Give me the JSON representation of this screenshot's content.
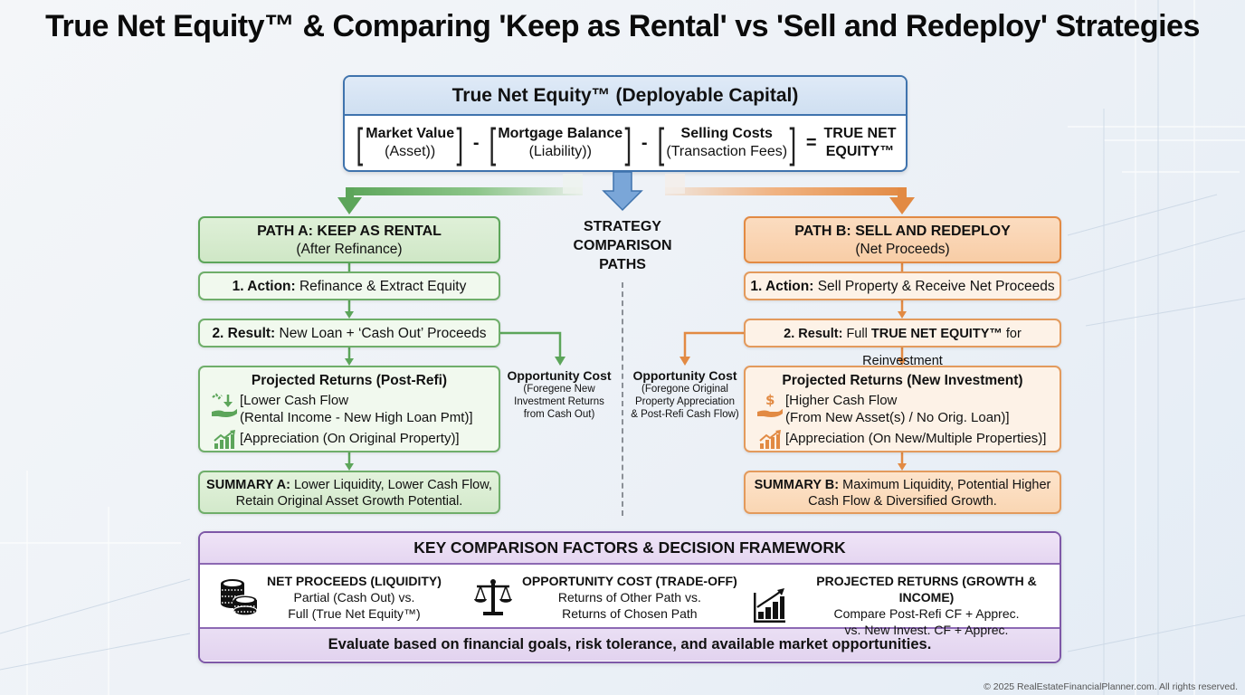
{
  "title": "True Net Equity™ & Comparing 'Keep as Rental' vs 'Sell and Redeploy' Strategies",
  "true_net_equity": {
    "header": "True Net Equity™ (Deployable Capital)",
    "terms": [
      {
        "label": "Market Value",
        "sub": "(Asset))"
      },
      {
        "label": "Mortgage Balance",
        "sub": "(Liability))"
      },
      {
        "label": "Selling Costs",
        "sub": "(Transaction Fees)"
      }
    ],
    "minus": "-",
    "equals": "=",
    "result_line1": "TRUE NET",
    "result_line2": "EQUITY™"
  },
  "strategy_label": [
    "STRATEGY",
    "COMPARISON",
    "PATHS"
  ],
  "path_a": {
    "title": "PATH A: KEEP AS RENTAL",
    "subtitle": "(After Refinance)",
    "action_label": "1. Action:",
    "action_text": "Refinance & Extract Equity",
    "result_label": "2. Result:",
    "result_text": "New Loan + ‘Cash Out’ Proceeds",
    "projected_title": "Projected Returns (Post-Refi)",
    "cash_flow_line1": "[Lower Cash Flow",
    "cash_flow_line2": "(Rental Income - New High Loan Pmt)]",
    "appreciation": "[Appreciation (On Original Property)]",
    "summary_label": "SUMMARY A:",
    "summary_text1": "Lower Liquidity, Lower Cash Flow,",
    "summary_text2": "Retain Original Asset Growth Potential.",
    "opportunity_title": "Opportunity Cost",
    "opportunity_desc": [
      "(Foregene New",
      "Investment Returns",
      "from Cash Out)"
    ],
    "color": "#5ca55a"
  },
  "path_b": {
    "title": "PATH B: SELL AND REDEPLOY",
    "subtitle": "(Net Proceeds)",
    "action_label": "1. Action:",
    "action_text": "Sell Property & Receive Net Proceeds",
    "result_label": "2. Result:",
    "result_text_pre": "Full",
    "result_text_bold": "TRUE NET EQUITY™",
    "result_text_post": "for Reinvestment",
    "projected_title": "Projected Returns (New Investment)",
    "cash_flow_line1": "[Higher Cash Flow",
    "cash_flow_line2": "(From New Asset(s) / No Orig. Loan)]",
    "appreciation": "[Appreciation (On New/Multiple Properties)]",
    "summary_label": "SUMMARY B:",
    "summary_text1": "Maximum Liquidity, Potential Higher",
    "summary_text2": "Cash Flow & Diversified Growth.",
    "opportunity_title": "Opportunity Cost",
    "opportunity_desc": [
      "(Foregone Original",
      "Property Appreciation",
      "& Post-Refi Cash Flow)"
    ],
    "color": "#e28a43"
  },
  "key_comparison": {
    "header": "KEY COMPARISON FACTORS & DECISION FRAMEWORK",
    "factors": [
      {
        "icon": "coins-icon",
        "title": "NET PROCEEDS (LIQUIDITY)",
        "line1": "Partial (Cash Out) vs.",
        "line2": "Full (True Net Equity™)"
      },
      {
        "icon": "scales-icon",
        "title": "OPPORTUNITY COST (TRADE-OFF)",
        "line1": "Returns of Other Path vs.",
        "line2": "Returns of Chosen Path"
      },
      {
        "icon": "growth-chart-icon",
        "title": "PROJECTED RETURNS (GROWTH & INCOME)",
        "line1": "Compare Post-Refi CF + Apprec.",
        "line2": "vs. New Invest. CF + Apprec."
      }
    ],
    "footer": "Evaluate based on financial goals, risk tolerance, and available market opportunities."
  },
  "copyright": "© 2025 RealEstateFinancialPlanner.com. All rights reserved."
}
